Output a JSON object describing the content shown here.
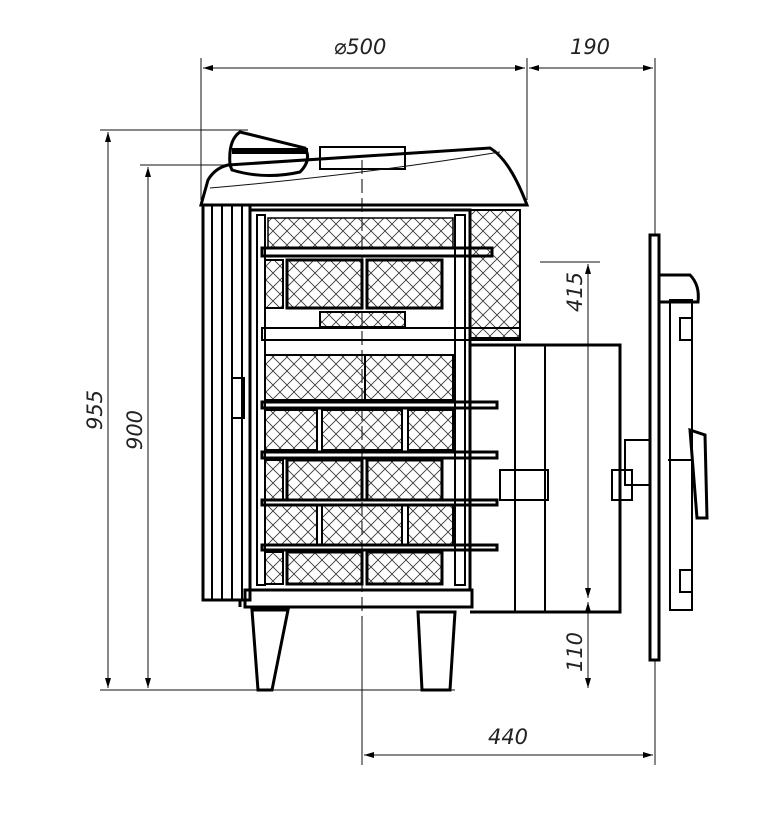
{
  "drawing": {
    "title": "Stove side view technical drawing",
    "dimensions": {
      "diameter": "⌀500",
      "door_depth": "190",
      "total_height": "955",
      "body_height": "900",
      "outlet_height": "415",
      "outlet_bottom": "110",
      "outlet_depth": "440"
    },
    "colors": {
      "line": "#000000",
      "background": "#ffffff"
    }
  }
}
